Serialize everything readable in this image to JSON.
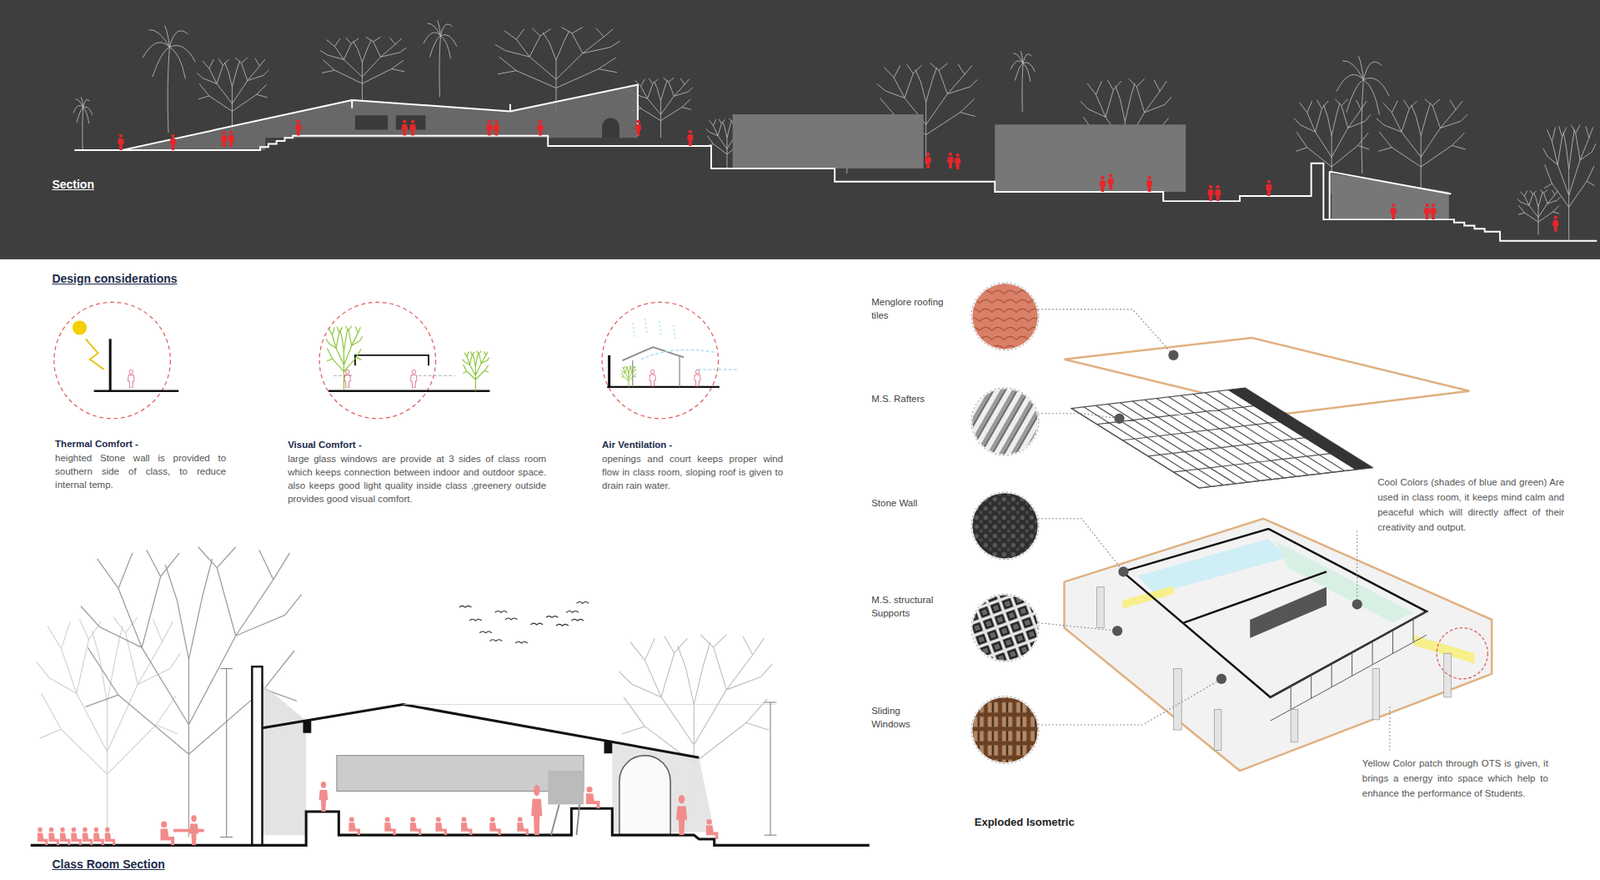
{
  "diagram": {
    "nodes": [
      {
        "text": [
          "Thermal Comfort -",
          "heighted Stone wall is provided to southern side of class, to reduce internal temp."
        ]
      },
      {
        "text": [
          "Visual Comfort -",
          "large glass windows are provide at 3 sides of class room which keeps connection between indoor and outdoor space. also keeps good light quality inside class ,greenery outside provides good visual comfort."
        ]
      },
      {
        "text": [
          "Air Ventilation -",
          "openings and court keeps proper wind flow in class room, sloping roof is given to drain rain water."
        ]
      }
    ],
    "labels": [
      "Section",
      "Design considerations",
      "Class Room Section",
      "Menglore roofing tiles",
      "M.S. Rafters",
      "Stone Wall",
      "M.S. structural Supports",
      "Sliding Windows",
      "Cool Colors (shades of blue and green) Are used in class room, it keeps mind calm and peaceful which will directly affect of their creativity and output.",
      "Yellow Color patch through OTS is given, it brings a energy into space which help to enhance the performance of Students.",
      "Exploded Isometric"
    ]
  }
}
